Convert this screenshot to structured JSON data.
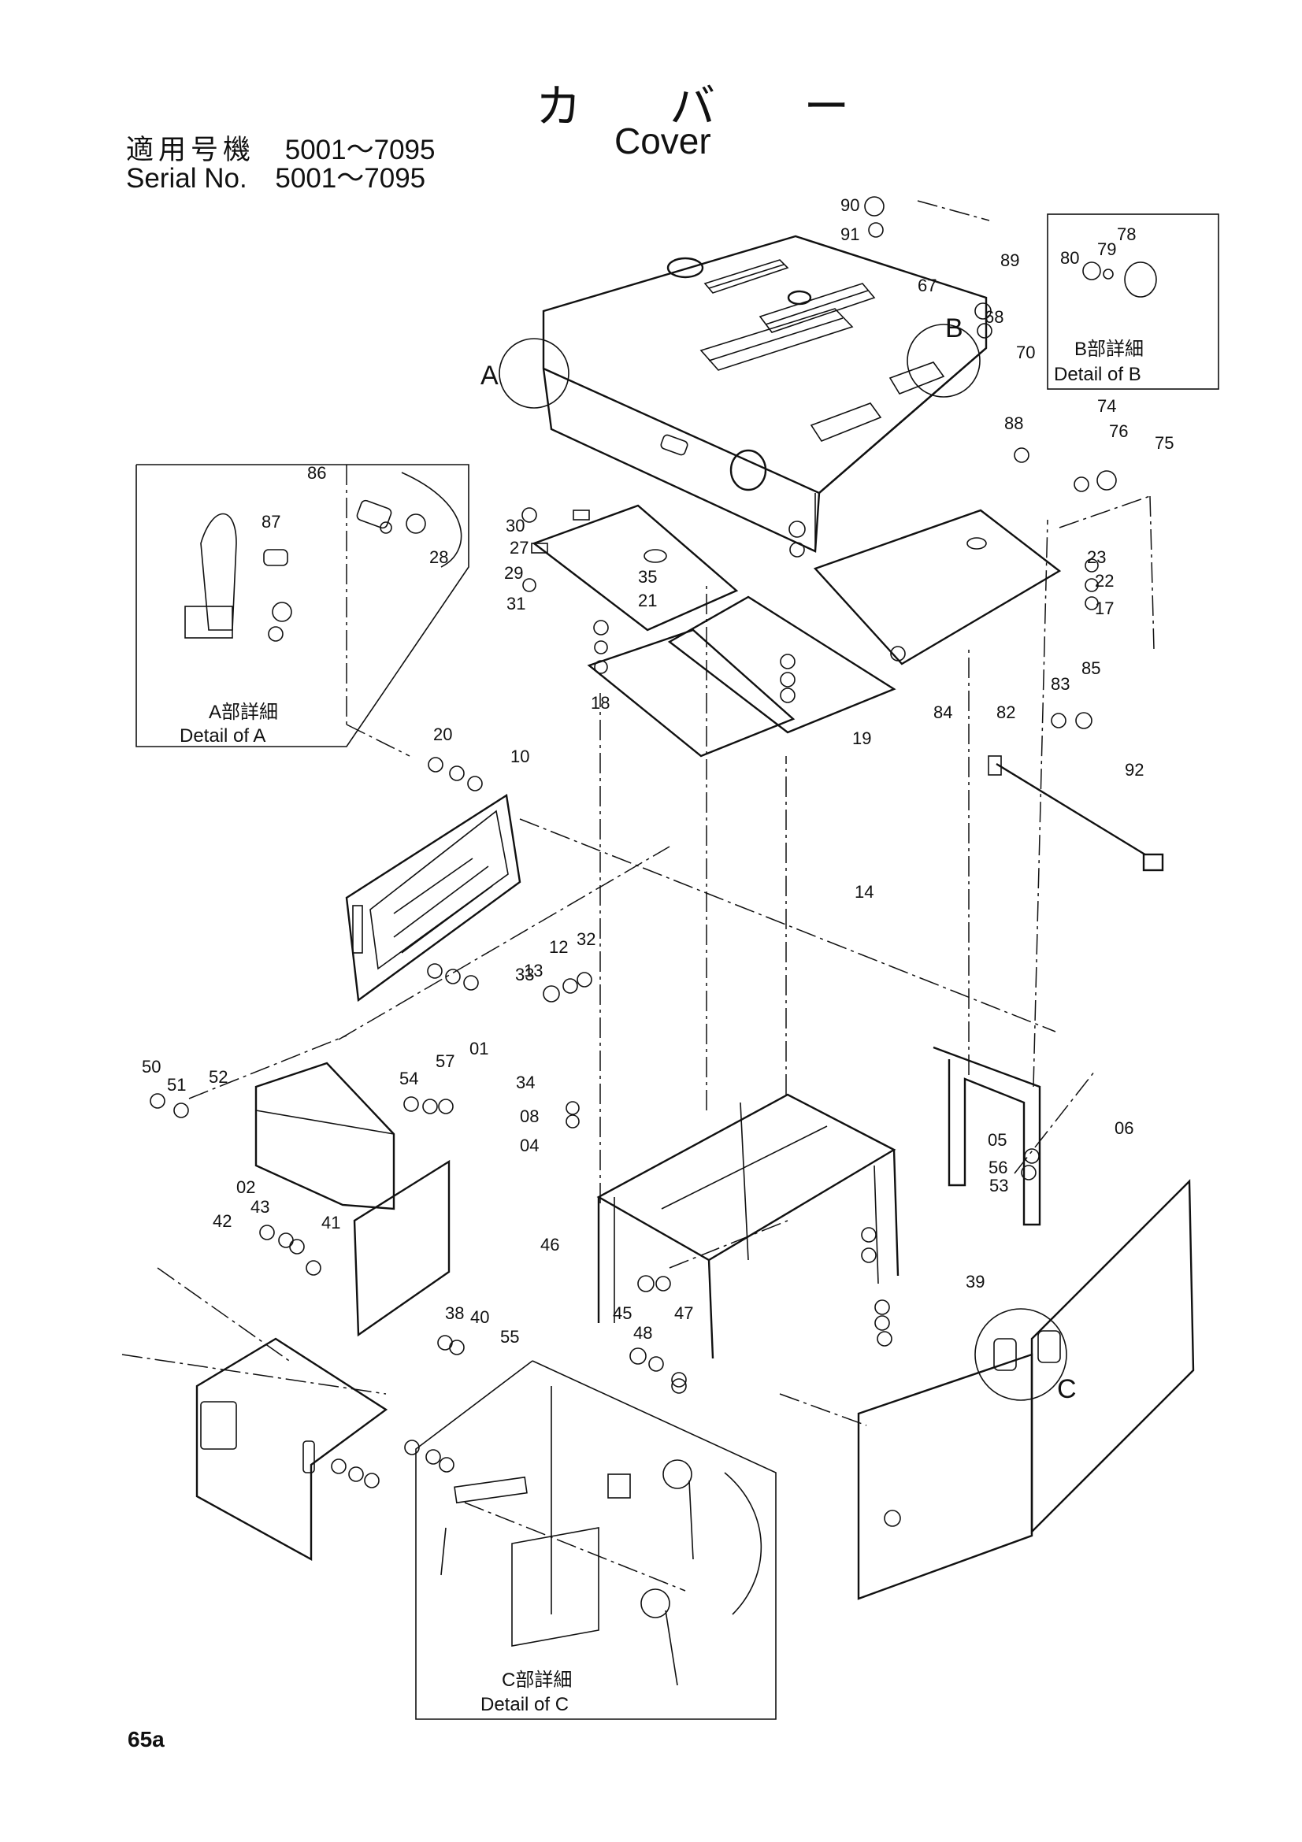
{
  "title": {
    "jp": "カ バ ー",
    "en": "Cover"
  },
  "serial": {
    "jp_label": "適用号機",
    "en_label": "Serial No.",
    "range": "5001～7095"
  },
  "page_number": "65a",
  "details": [
    {
      "jp": "A部詳細",
      "en": "Detail of A",
      "callout": "A"
    },
    {
      "jp": "B部詳細",
      "en": "Detail of B",
      "callout": "B"
    },
    {
      "jp": "C部詳細",
      "en": "Detail of C",
      "callout": "C"
    }
  ],
  "part_numbers": [
    "90",
    "91",
    "89",
    "67",
    "68",
    "70",
    "78",
    "80",
    "79",
    "74",
    "88",
    "76",
    "75",
    "86",
    "87",
    "28",
    "30",
    "27",
    "29",
    "31",
    "35",
    "21",
    "23",
    "22",
    "17",
    "18",
    "19",
    "84",
    "85",
    "83",
    "82",
    "92",
    "20",
    "10",
    "14",
    "13",
    "12",
    "32",
    "33",
    "34",
    "08",
    "04",
    "06",
    "05",
    "56",
    "53",
    "50",
    "51",
    "52",
    "54",
    "57",
    "01",
    "02",
    "43",
    "42",
    "41",
    "39",
    "38",
    "40",
    "55",
    "46",
    "47",
    "48",
    "45"
  ]
}
